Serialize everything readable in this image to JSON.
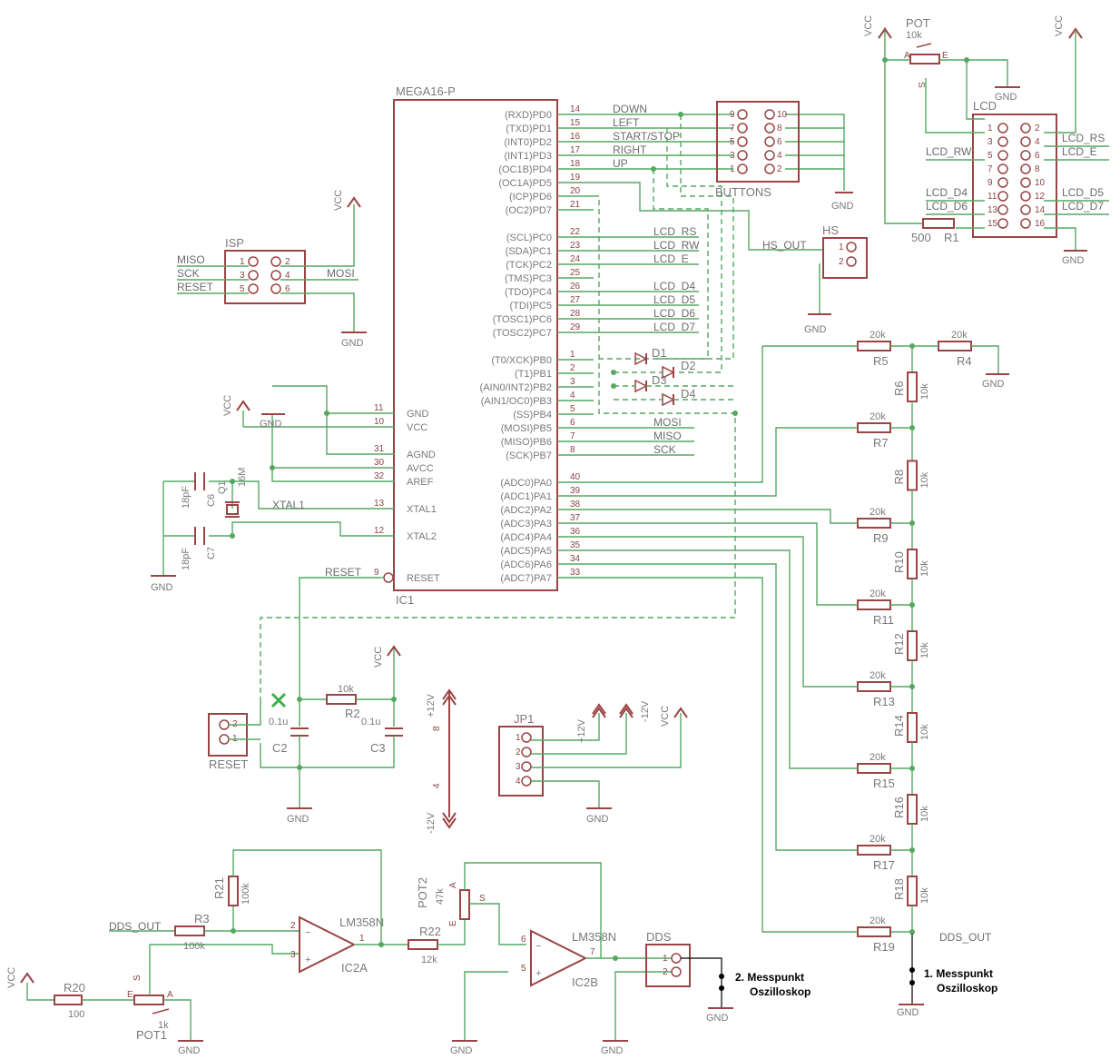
{
  "mcu": {
    "name": "MEGA16-P",
    "ref": "IC1",
    "pins_right_top": [
      {
        "label": "(RXD)PD0",
        "num": "14",
        "net": "DOWN"
      },
      {
        "label": "(TXD)PD1",
        "num": "15",
        "net": "LEFT"
      },
      {
        "label": "(INT0)PD2",
        "num": "16",
        "net": "START/STOP"
      },
      {
        "label": "(INT1)PD3",
        "num": "17",
        "net": "RIGHT"
      },
      {
        "label": "(OC1B)PD4",
        "num": "18",
        "net": "UP"
      },
      {
        "label": "(OC1A)PD5",
        "num": "19",
        "net": ""
      },
      {
        "label": "(ICP)PD6",
        "num": "20",
        "net": ""
      },
      {
        "label": "(OC2)PD7",
        "num": "21",
        "net": ""
      },
      {
        "label": "(SCL)PC0",
        "num": "22",
        "net": "LCD_RS"
      },
      {
        "label": "(SDA)PC1",
        "num": "23",
        "net": "LCD_RW"
      },
      {
        "label": "(TCK)PC2",
        "num": "24",
        "net": "LCD_E"
      },
      {
        "label": "(TMS)PC3",
        "num": "25",
        "net": ""
      },
      {
        "label": "(TDO)PC4",
        "num": "26",
        "net": "LCD_D4"
      },
      {
        "label": "(TDI)PC5",
        "num": "27",
        "net": "LCD_D5"
      },
      {
        "label": "(TOSC1)PC6",
        "num": "28",
        "net": "LCD_D6"
      },
      {
        "label": "(TOSC2)PC7",
        "num": "29",
        "net": "LCD_D7"
      },
      {
        "label": "(T0/XCK)PB0",
        "num": "1",
        "net": ""
      },
      {
        "label": "(T1)PB1",
        "num": "2",
        "net": ""
      },
      {
        "label": "(AIN0/INT2)PB2",
        "num": "3",
        "net": ""
      },
      {
        "label": "(AIN1/OC0)PB3",
        "num": "4",
        "net": ""
      },
      {
        "label": "(SS)PB4",
        "num": "5",
        "net": ""
      },
      {
        "label": "(MOSI)PB5",
        "num": "6",
        "net": "MOSI"
      },
      {
        "label": "(MISO)PB6",
        "num": "7",
        "net": "MISO"
      },
      {
        "label": "(SCK)PB7",
        "num": "8",
        "net": "SCK"
      },
      {
        "label": "(ADC0)PA0",
        "num": "40",
        "net": ""
      },
      {
        "label": "(ADC1)PA1",
        "num": "39",
        "net": ""
      },
      {
        "label": "(ADC2)PA2",
        "num": "38",
        "net": ""
      },
      {
        "label": "(ADC3)PA3",
        "num": "37",
        "net": ""
      },
      {
        "label": "(ADC4)PA4",
        "num": "36",
        "net": ""
      },
      {
        "label": "(ADC5)PA5",
        "num": "35",
        "net": ""
      },
      {
        "label": "(ADC6)PA6",
        "num": "34",
        "net": ""
      },
      {
        "label": "(ADC7)PA7",
        "num": "33",
        "net": ""
      }
    ],
    "pins_left": [
      {
        "label": "GND",
        "num": "11"
      },
      {
        "label": "VCC",
        "num": "10"
      },
      {
        "label": "AGND",
        "num": "31"
      },
      {
        "label": "AVCC",
        "num": "30"
      },
      {
        "label": "AREF",
        "num": "32"
      },
      {
        "label": "XTAL1",
        "num": "13"
      },
      {
        "label": "XTAL2",
        "num": "12"
      },
      {
        "label": "RESET",
        "num": "9"
      }
    ]
  },
  "nets": {
    "vcc": "VCC",
    "gnd": "GND",
    "xtal1": "XTAL1",
    "reset": "RESET",
    "miso": "MISO",
    "sck": "SCK",
    "reset_isp": "RESET",
    "mosi": "MOSI",
    "hs_out": "HS_OUT",
    "dds_out_in": "DDS_OUT",
    "dds_out_ladder": "DDS_OUT",
    "plus12": "+12V",
    "minus12": "-12V",
    "lcd_rw": "LCD_RW",
    "lcd_rs": "LCD_RS",
    "lcd_e": "LCD_E",
    "lcd_d4": "LCD_D4",
    "lcd_d5": "LCD_D5",
    "lcd_d6": "LCD_D6",
    "lcd_d7": "LCD_D7"
  },
  "parts": {
    "isp": {
      "name": "ISP",
      "pins": [
        "1",
        "2",
        "3",
        "4",
        "5",
        "6"
      ]
    },
    "buttons": {
      "name": "BUTTONS",
      "pins": [
        "9",
        "10",
        "7",
        "8",
        "5",
        "6",
        "3",
        "4",
        "1",
        "2"
      ]
    },
    "hs": {
      "name": "HS",
      "pins": [
        "1",
        "2"
      ]
    },
    "lcd": {
      "name": "LCD",
      "pins": [
        "1",
        "2",
        "3",
        "4",
        "5",
        "6",
        "7",
        "8",
        "9",
        "10",
        "11",
        "12",
        "13",
        "14",
        "15",
        "16"
      ]
    },
    "pot": {
      "name": "POT",
      "value": "10k",
      "a": "A",
      "e": "E",
      "s": "S"
    },
    "r1": {
      "name": "R1",
      "value": "500"
    },
    "jp1": {
      "name": "JP1",
      "pins": [
        "1",
        "2",
        "3",
        "4"
      ]
    },
    "reset_btn": {
      "name": "RESET",
      "pins": [
        "2",
        "1"
      ]
    },
    "dds": {
      "name": "DDS",
      "pins": [
        "1",
        "2"
      ]
    },
    "c6": {
      "name": "C6",
      "value": "18pF"
    },
    "c7": {
      "name": "C7",
      "value": "18pF"
    },
    "q1": {
      "name": "Q1",
      "value": "16M"
    },
    "c2": {
      "name": "C2",
      "value": "0.1u"
    },
    "c3": {
      "name": "C3",
      "value": "0.1u"
    },
    "r2": {
      "name": "R2",
      "value": "10k"
    },
    "r3": {
      "name": "R3",
      "value": "100k"
    },
    "r21": {
      "name": "R21",
      "value": "100k"
    },
    "r20": {
      "name": "R20",
      "value": "100"
    },
    "pot1": {
      "name": "POT1",
      "value": "1k",
      "a": "A",
      "e": "E",
      "s": "S"
    },
    "pot2": {
      "name": "POT2",
      "value": "47k",
      "a": "A",
      "e": "E",
      "s": "S"
    },
    "r22": {
      "name": "R22",
      "value": "12k"
    },
    "ic2a": {
      "name": "IC2A",
      "value": "LM358N",
      "pins": [
        "2",
        "3",
        "1"
      ]
    },
    "ic2b": {
      "name": "IC2B",
      "value": "LM358N",
      "pins": [
        "6",
        "5",
        "7"
      ]
    },
    "d1": "D1",
    "d2": "D2",
    "d3": "D3",
    "d4": "D4",
    "power_pins": {
      "p8": "8",
      "p4": "4"
    },
    "ladder_h": [
      {
        "name": "R5",
        "value": "20k"
      },
      {
        "name": "R7",
        "value": "20k"
      },
      {
        "name": "R9",
        "value": "20k"
      },
      {
        "name": "R11",
        "value": "20k"
      },
      {
        "name": "R13",
        "value": "20k"
      },
      {
        "name": "R15",
        "value": "20k"
      },
      {
        "name": "R17",
        "value": "20k"
      },
      {
        "name": "R19",
        "value": "20k"
      }
    ],
    "r4": {
      "name": "R4",
      "value": "20k"
    },
    "ladder_v": [
      {
        "name": "R6",
        "value": "10k"
      },
      {
        "name": "R8",
        "value": "10k"
      },
      {
        "name": "R10",
        "value": "10k"
      },
      {
        "name": "R12",
        "value": "10k"
      },
      {
        "name": "R14",
        "value": "10k"
      },
      {
        "name": "R16",
        "value": "10k"
      },
      {
        "name": "R18",
        "value": "10k"
      }
    ]
  },
  "notes": {
    "mess2_a": "2. Messpunkt",
    "mess2_b": "Oszilloskop",
    "mess1_a": "1. Messpunkt",
    "mess1_b": "Oszilloskop"
  }
}
